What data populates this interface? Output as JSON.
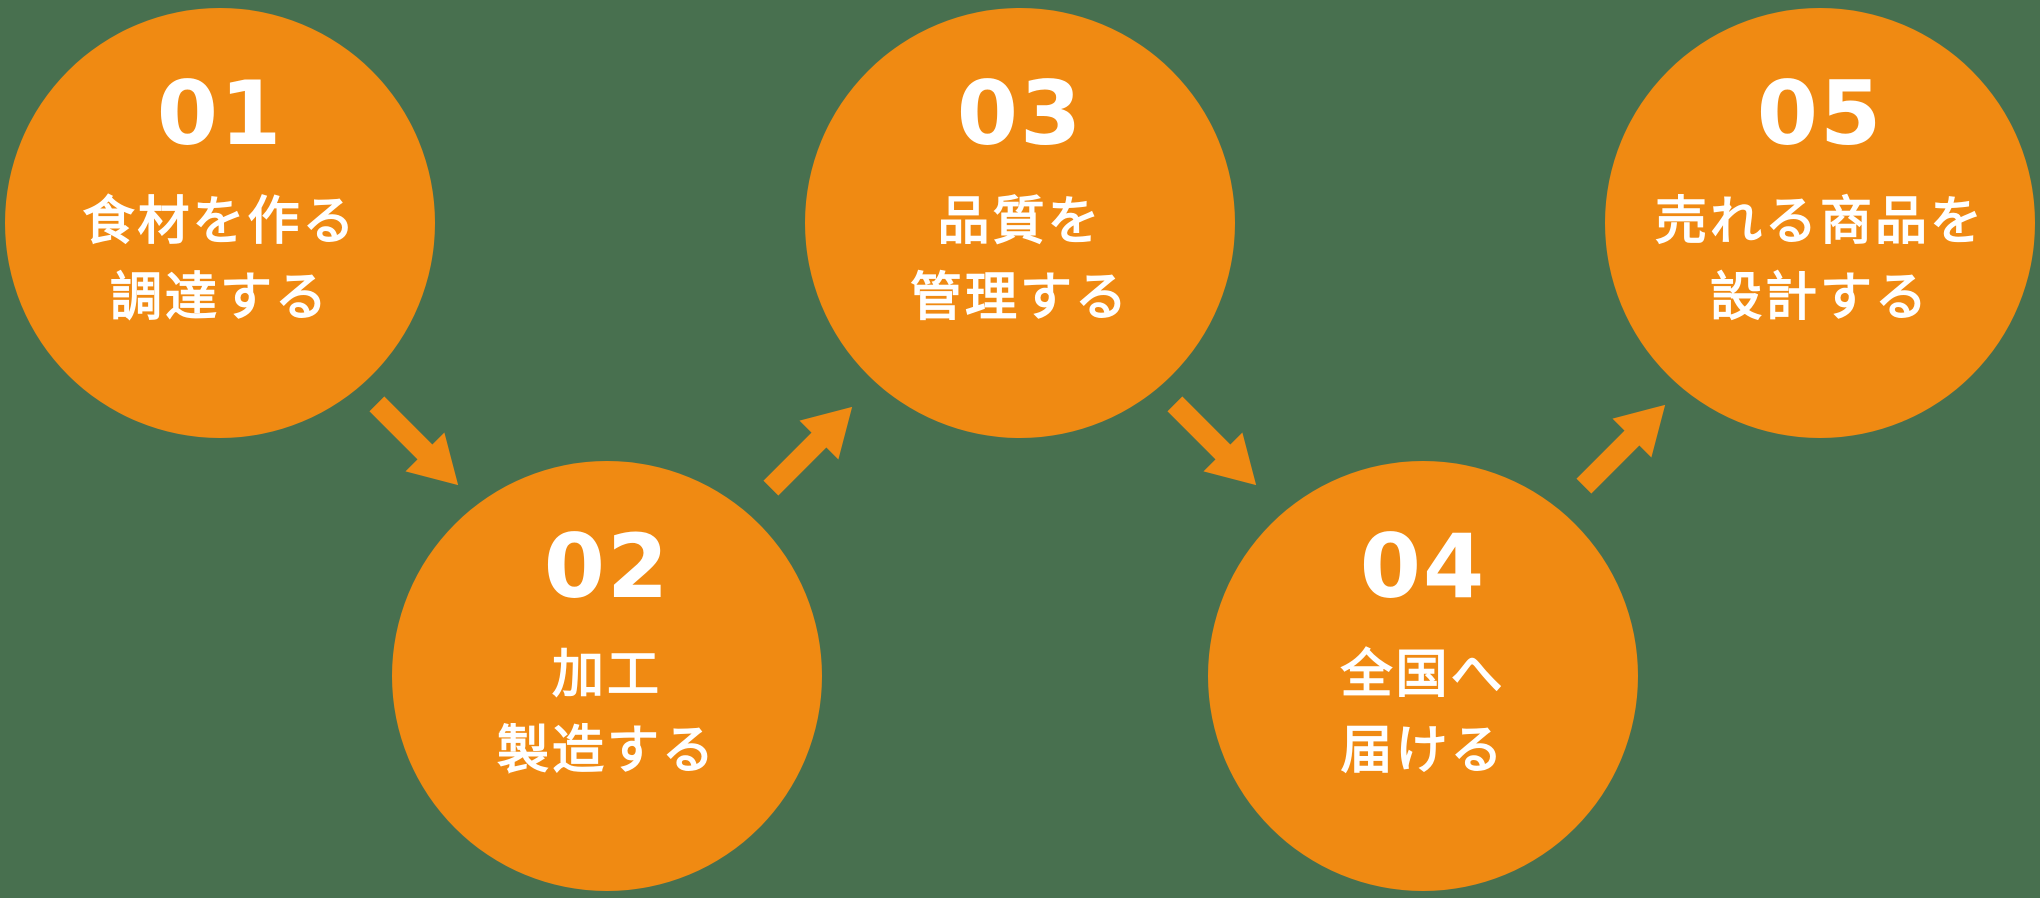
{
  "canvas": {
    "background_color": "#48704F"
  },
  "colors": {
    "circle_fill": "#F08A12",
    "arrow_fill": "#F08A12",
    "text": "#FFFFFF"
  },
  "steps": [
    {
      "number": "01",
      "line1": "食材を作る",
      "line2": "調達する",
      "position": "top"
    },
    {
      "number": "02",
      "line1": "加工",
      "line2": "製造する",
      "position": "bottom"
    },
    {
      "number": "03",
      "line1": "品質を",
      "line2": "管理する",
      "position": "top"
    },
    {
      "number": "04",
      "line1": "全国へ",
      "line2": "届ける",
      "position": "bottom"
    },
    {
      "number": "05",
      "line1": "売れる商品を",
      "line2": "設計する",
      "position": "top"
    }
  ],
  "arrows": [
    {
      "icon": "arrow-down-right-icon",
      "direction": "down-right",
      "from": "01",
      "to": "02"
    },
    {
      "icon": "arrow-up-right-icon",
      "direction": "up-right",
      "from": "02",
      "to": "03"
    },
    {
      "icon": "arrow-down-right-icon",
      "direction": "down-right",
      "from": "03",
      "to": "04"
    },
    {
      "icon": "arrow-up-right-icon",
      "direction": "up-right",
      "from": "04",
      "to": "05"
    }
  ]
}
